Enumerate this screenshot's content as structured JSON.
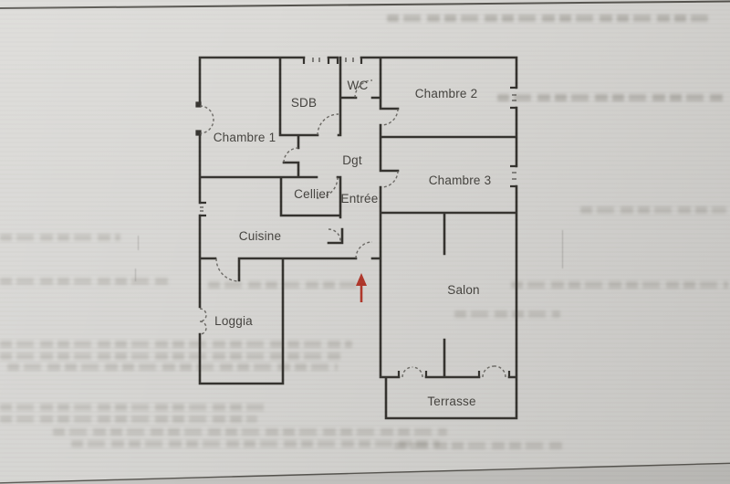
{
  "photo": {
    "paper_color": "#d8d7d4",
    "edge_line_color": "#55534e"
  },
  "floor_plan": {
    "colors": {
      "wall": "#34322e",
      "label": "#45433f",
      "door_arc": "#5a5853",
      "entrance_arrow": "#b2372a"
    },
    "rooms": {
      "chambre1": {
        "label": "Chambre 1"
      },
      "sdb": {
        "label": "SDB"
      },
      "wc": {
        "label": "WC"
      },
      "chambre2": {
        "label": "Chambre 2"
      },
      "dgt": {
        "label": "Dgt"
      },
      "chambre3": {
        "label": "Chambre 3"
      },
      "cellier": {
        "label": "Cellier"
      },
      "entree": {
        "label": "Entrée"
      },
      "cuisine": {
        "label": "Cuisine"
      },
      "salon": {
        "label": "Salon"
      },
      "loggia": {
        "label": "Loggia"
      },
      "terrasse": {
        "label": "Terrasse"
      }
    }
  }
}
